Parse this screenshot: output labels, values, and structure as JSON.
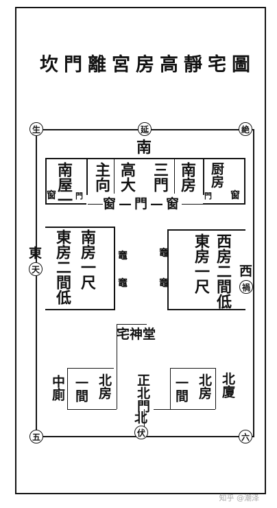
{
  "title": "坎門離宮房高靜宅圖",
  "corners": {
    "top_left": "生",
    "top_right": "絶",
    "bottom_left": "五",
    "bottom_right": "六"
  },
  "directions": {
    "top_star": "延",
    "south": "南",
    "east": "東",
    "east_star": "天",
    "west": "西",
    "west_star": "禍",
    "north": "北",
    "north_star": "伏"
  },
  "rooms": {
    "south_hall_left": "南屋一",
    "main_direction": "主向",
    "high_big": "高大",
    "third_gate": "三門",
    "south_house_right": "南房",
    "kitchen": "厨房",
    "east_wing_inner": "南房一尺",
    "east_wing_outer": "東房二間低",
    "west_wing_inner": "東房一尺",
    "west_wing_outer": "西房二間低",
    "shrine": "宅神堂",
    "toilet": "中廁",
    "north_left_one": "一間",
    "north_left_house": "北房",
    "main_gate": "正北門",
    "north_right_one": "一間",
    "north_right_house": "北房",
    "north_hall": "北廈"
  },
  "labels": {
    "window": "窗",
    "gate": "門",
    "window_door_row": "窗—門—窗",
    "gate_left_row": "門",
    "stove": "竈",
    "small_bar": "——"
  },
  "watermark": "知乎 @潮泽"
}
